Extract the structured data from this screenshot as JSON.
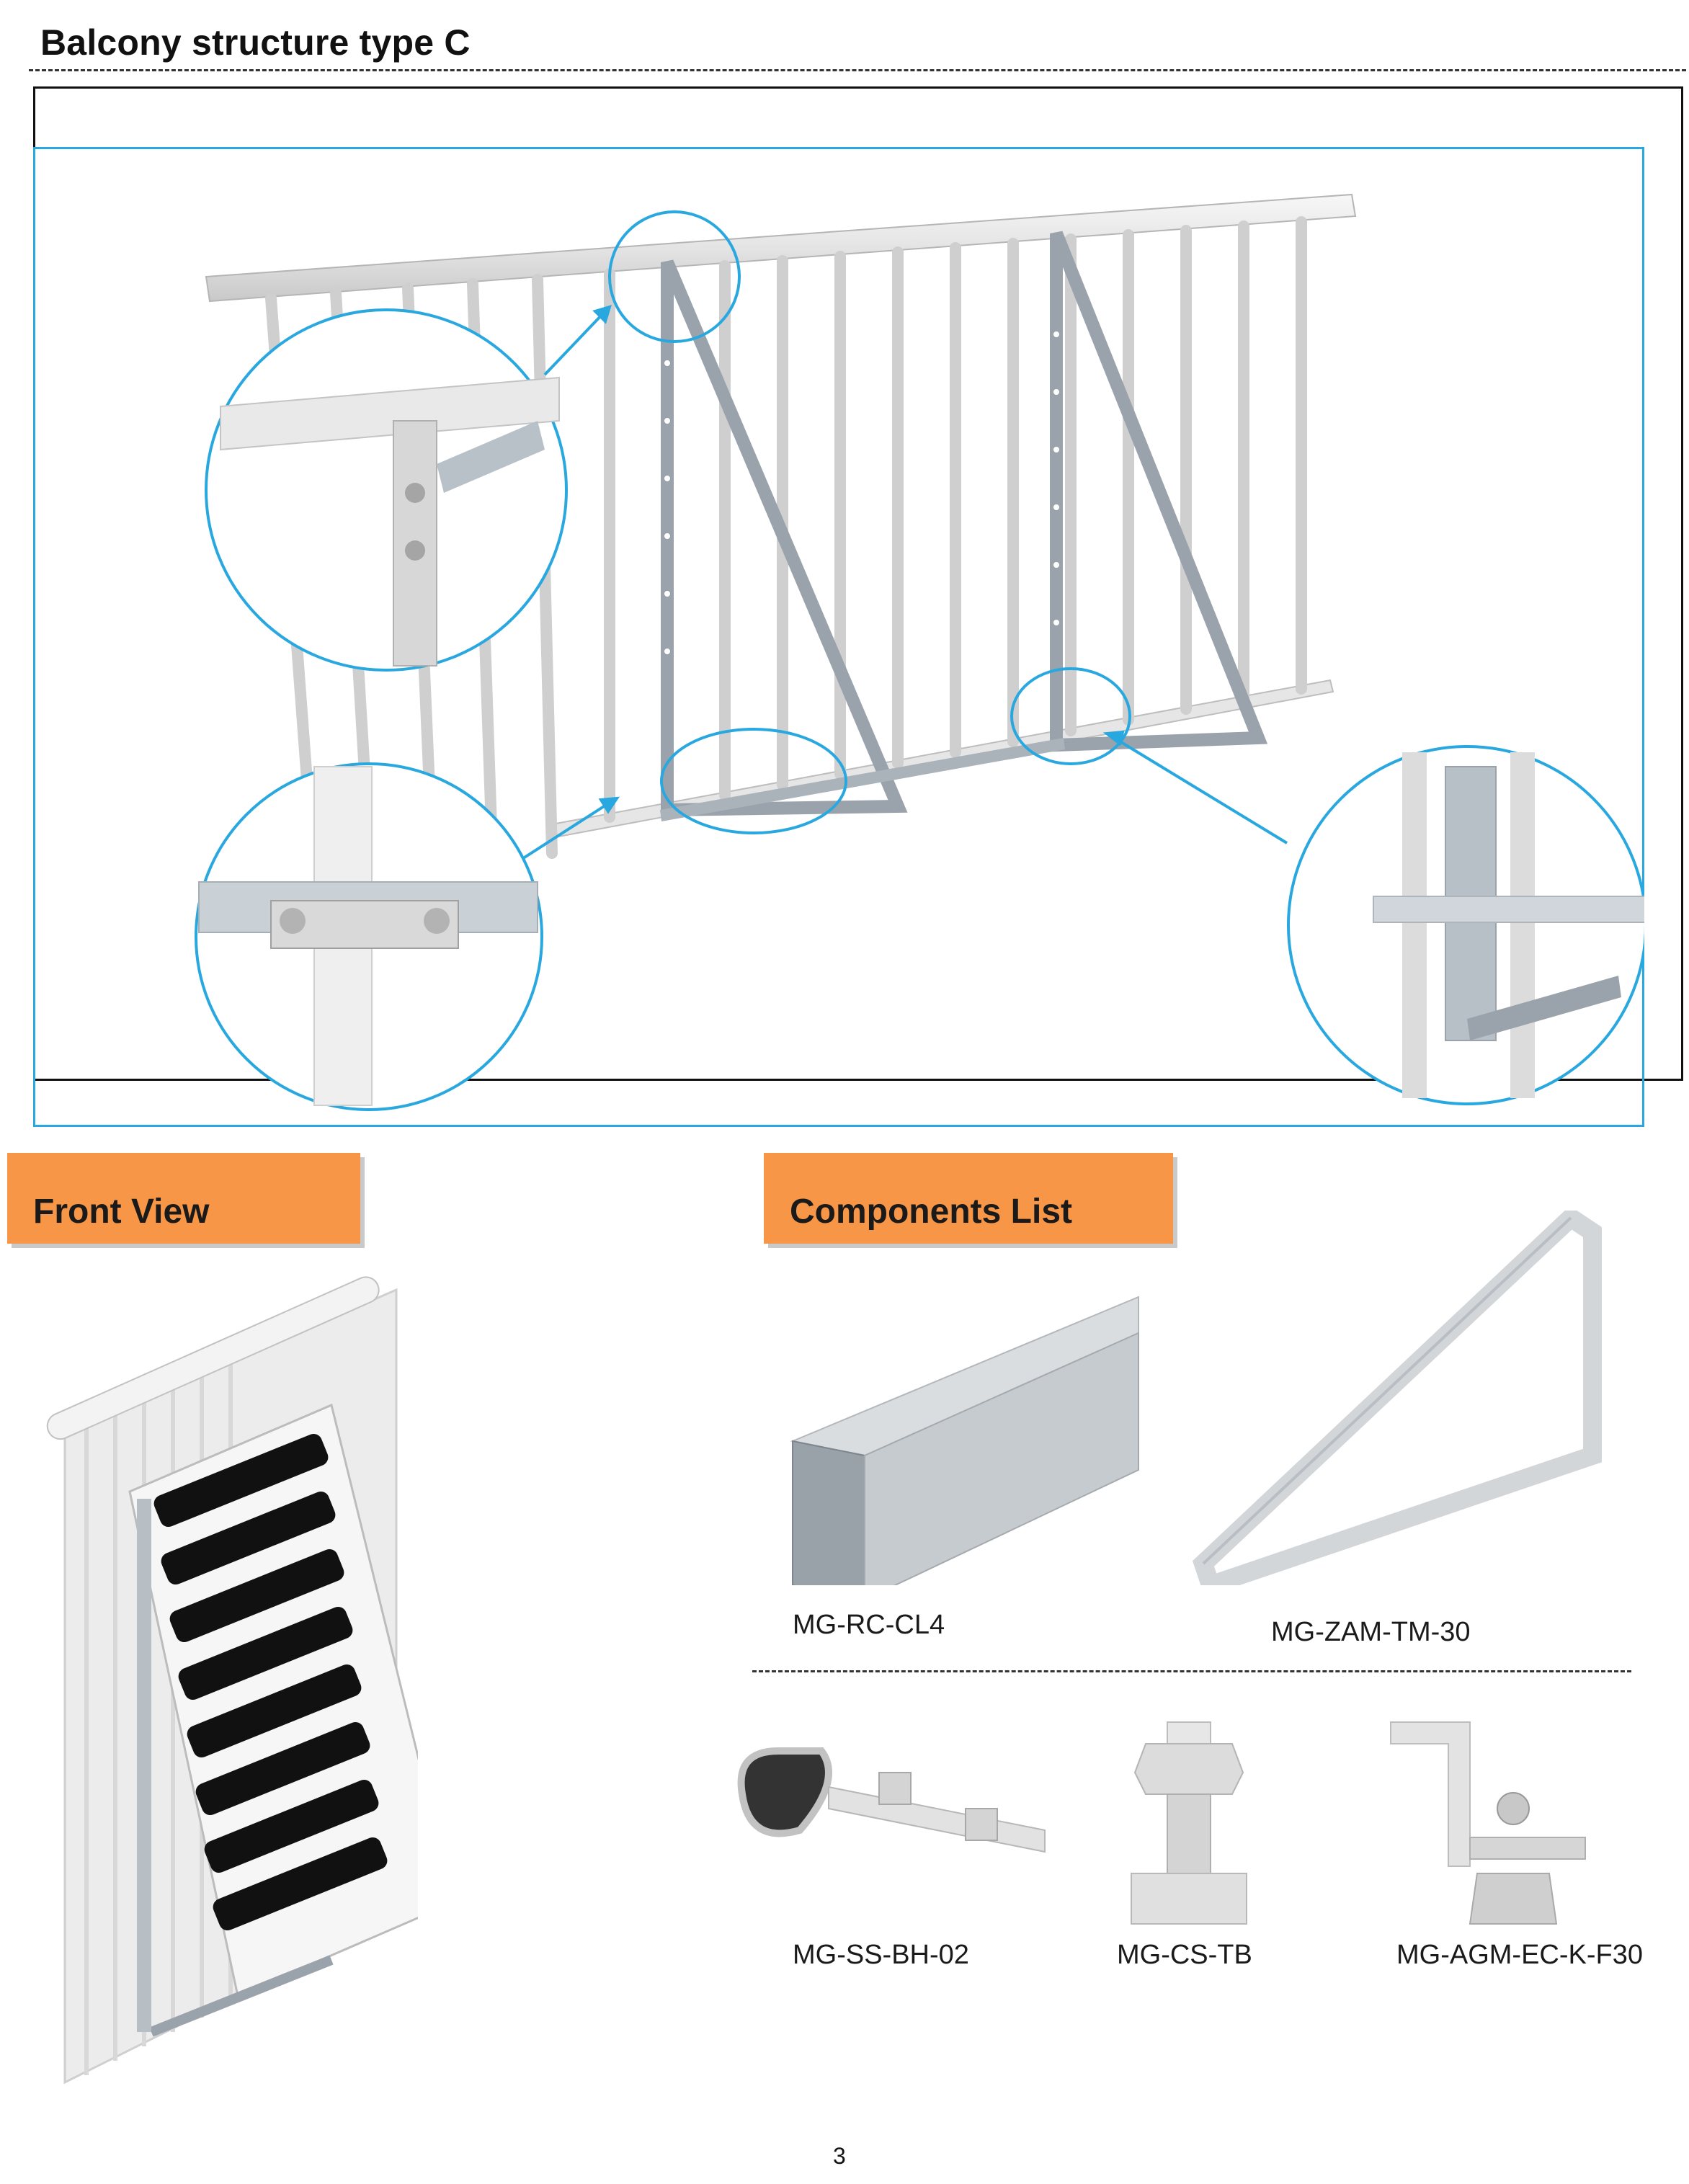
{
  "page": {
    "title": "Balcony structure type C",
    "page_number": "3"
  },
  "sections": {
    "front_view_label": "Front View",
    "components_list_label": "Components List"
  },
  "components": [
    {
      "code": "MG-RC-CL4",
      "depicts": "rail-profile"
    },
    {
      "code": "MG-ZAM-TM-30",
      "depicts": "triangle-mount"
    },
    {
      "code": "MG-SS-BH-02",
      "depicts": "balcony-hook"
    },
    {
      "code": "MG-CS-TB",
      "depicts": "t-bolt"
    },
    {
      "code": "MG-AGM-EC-K-F30",
      "depicts": "end-clamp"
    }
  ],
  "colors": {
    "accent_blue": "#29a8e0",
    "tag_orange": "#f79646",
    "frame_black": "#111111"
  }
}
